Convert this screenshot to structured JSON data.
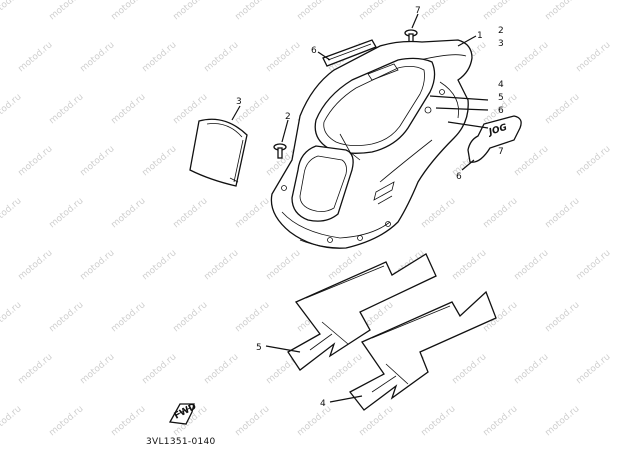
{
  "watermark": {
    "text": "motod.ru"
  },
  "diagram_code": "3VL1351-0140",
  "fwd_badge": {
    "text": "FWD"
  },
  "decal_emblem": {
    "text": "JOG"
  },
  "callouts": {
    "c1": "1",
    "c2a": "2",
    "c3a": "3",
    "c4a": "4",
    "c5a": "5",
    "c6a": "6",
    "c7a": "7",
    "c2b": "2",
    "c3b": "3",
    "c6b": "6",
    "c7b": "7",
    "c6c": "6",
    "c5b": "5",
    "c4b": "4"
  }
}
